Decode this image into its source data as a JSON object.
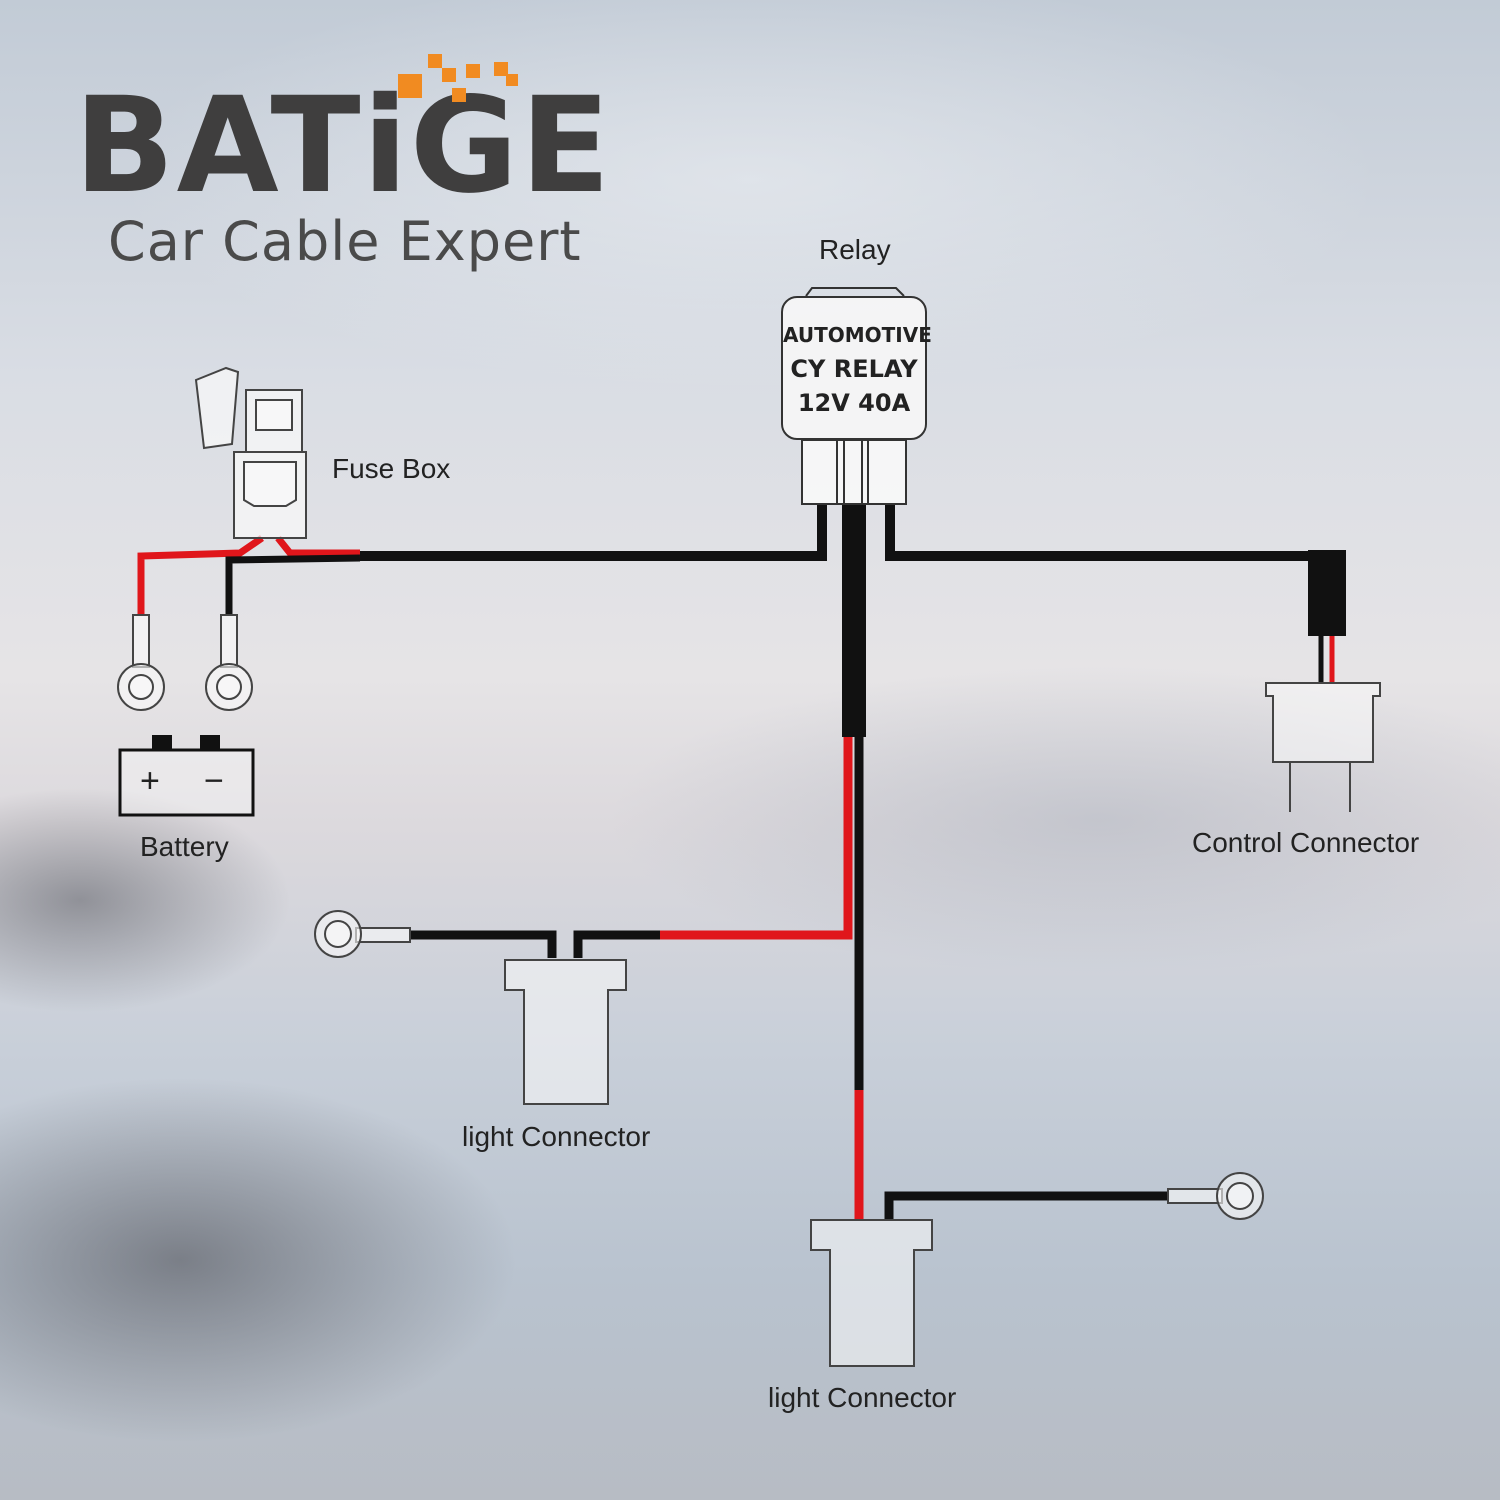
{
  "brand": {
    "name": "BATiGE",
    "tagline": "Car Cable Expert",
    "accent_color": "#f18b21",
    "text_color": "#3f3e3e"
  },
  "components": {
    "relay": {
      "title": "Relay",
      "line1": "AUTOMOTIVE",
      "line2": "CY RELAY",
      "line3": "12V 40A"
    },
    "fuse_box": {
      "label": "Fuse Box"
    },
    "battery": {
      "label": "Battery",
      "plus": "+",
      "minus": "−"
    },
    "control_connector": {
      "label": "Control Connector"
    },
    "light_connector_1": {
      "label": "light Connector"
    },
    "light_connector_2": {
      "label": "light Connector"
    }
  },
  "wire_colors": {
    "positive": "#e0161b",
    "ground": "#111111"
  }
}
